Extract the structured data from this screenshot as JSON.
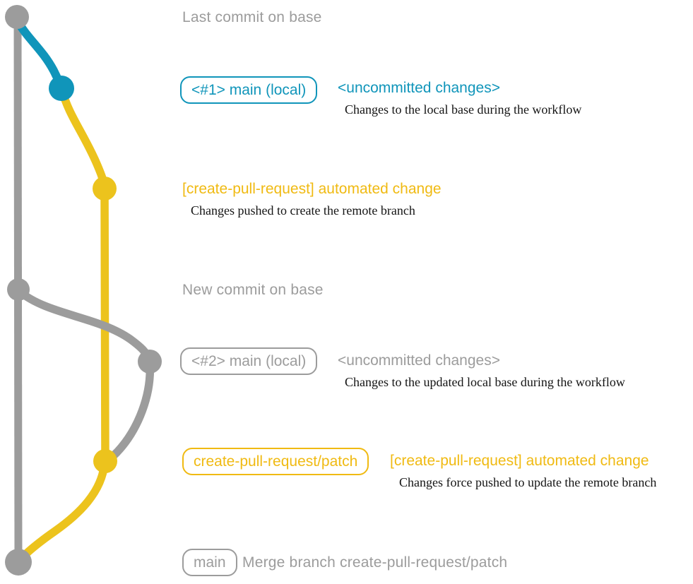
{
  "colors": {
    "gray": "#9c9c9c",
    "teal": "#1095ba",
    "yellow": "#ecc31d",
    "yellow-text": "#f0ba12",
    "text-dark": "#141414"
  },
  "graph": {
    "nodes": [
      "last-commit-on-base",
      "uncommitted-changes-1",
      "automated-change-1",
      "new-commit-on-base",
      "uncommitted-changes-2",
      "automated-change-2",
      "merge-commit"
    ]
  },
  "rows": {
    "last_commit": {
      "label": "Last commit on base"
    },
    "commit1": {
      "badge": "<#1> main (local)",
      "title": "<uncommitted changes>",
      "description": "Changes to the local base during the workflow"
    },
    "commit2": {
      "title": "[create-pull-request] automated change",
      "description": "Changes pushed to create the remote branch"
    },
    "new_commit": {
      "label": "New commit on base"
    },
    "commit3": {
      "badge": "<#2> main (local)",
      "title": "<uncommitted changes>",
      "description": "Changes to the updated local base during the workflow"
    },
    "commit4": {
      "badge": "create-pull-request/patch",
      "title": "[create-pull-request] automated change",
      "description": "Changes force pushed to update the remote branch"
    },
    "merge": {
      "badge": "main",
      "label": "Merge branch create-pull-request/patch"
    }
  }
}
